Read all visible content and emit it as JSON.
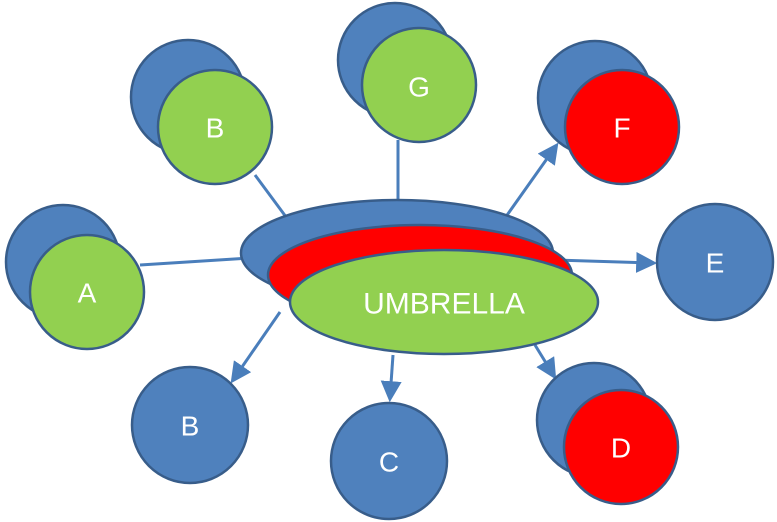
{
  "colors": {
    "blue": "#4F81BD",
    "blue_stroke": "#385D8A",
    "green": "#92D050",
    "red": "#FF0000",
    "connector": "#4A7EBB"
  },
  "diagram": {
    "center_label": "UMBRELLA",
    "nodes": [
      {
        "id": "a",
        "label": "A",
        "fill": "green",
        "stacked": true
      },
      {
        "id": "b-top",
        "label": "B",
        "fill": "green",
        "stacked": true
      },
      {
        "id": "g",
        "label": "G",
        "fill": "green",
        "stacked": true
      },
      {
        "id": "f",
        "label": "F",
        "fill": "red",
        "stacked": true
      },
      {
        "id": "e",
        "label": "E",
        "fill": "blue",
        "stacked": false
      },
      {
        "id": "d",
        "label": "D",
        "fill": "red",
        "stacked": true
      },
      {
        "id": "c",
        "label": "C",
        "fill": "blue",
        "stacked": false
      },
      {
        "id": "b-bottom",
        "label": "B",
        "fill": "blue",
        "stacked": false
      }
    ],
    "connections": [
      {
        "node": "a",
        "arrow": false
      },
      {
        "node": "b-top",
        "arrow": false
      },
      {
        "node": "g",
        "arrow": false
      },
      {
        "node": "f",
        "arrow": true
      },
      {
        "node": "e",
        "arrow": true
      },
      {
        "node": "d",
        "arrow": true
      },
      {
        "node": "c",
        "arrow": true
      },
      {
        "node": "b-bottom",
        "arrow": true
      }
    ]
  }
}
